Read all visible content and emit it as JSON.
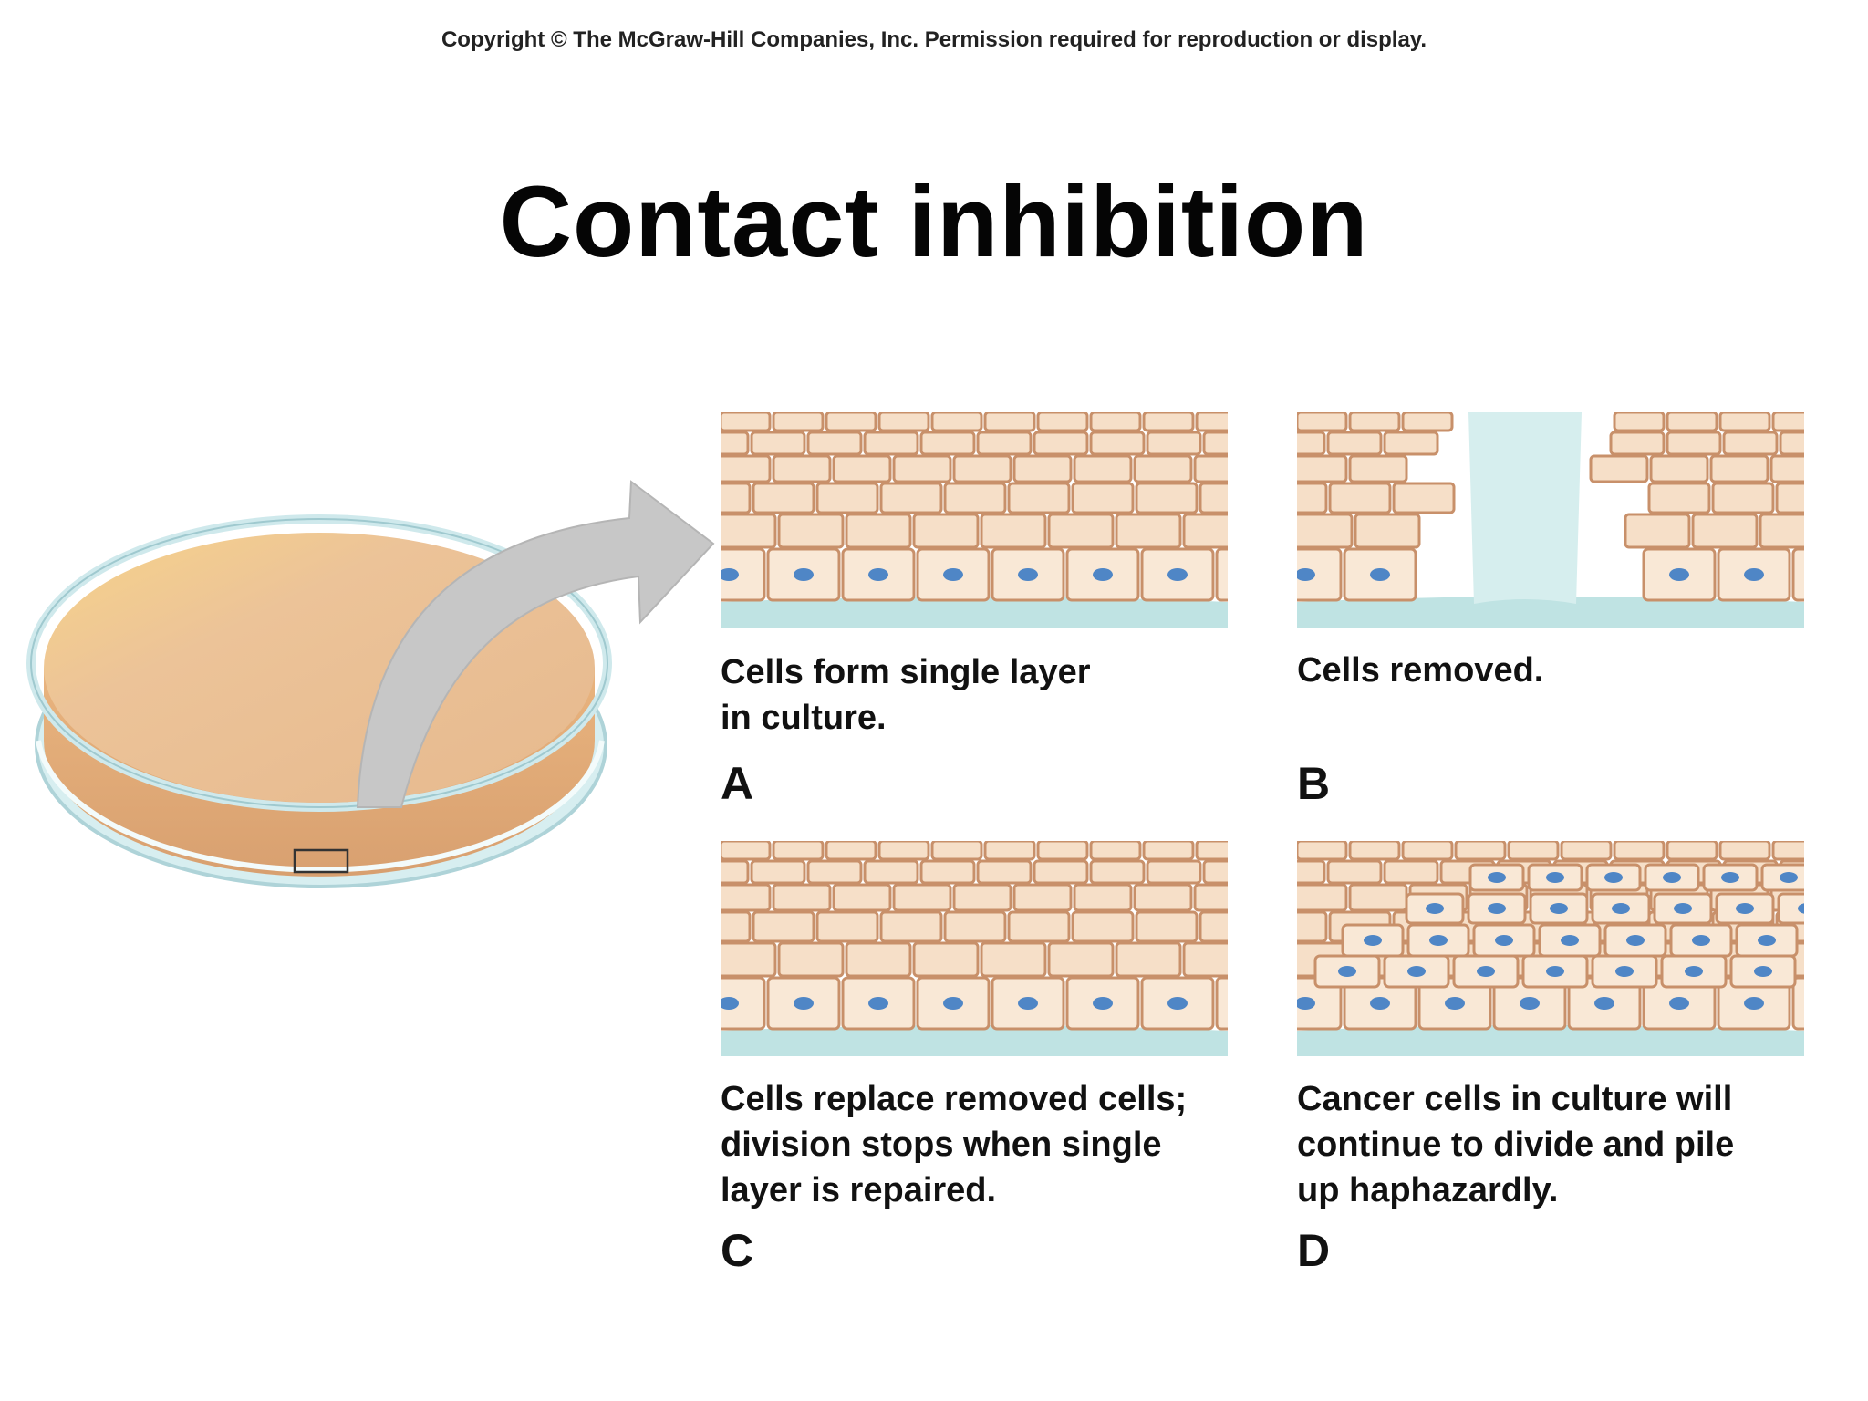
{
  "copyright": "Copyright © The McGraw-Hill Companies, Inc. Permission required for reproduction or display.",
  "title": "Contact inhibition",
  "panels": {
    "a": {
      "letter": "A",
      "caption": [
        "Cells form single layer",
        "in culture."
      ]
    },
    "b": {
      "letter": "B",
      "caption": [
        "Cells removed."
      ]
    },
    "c": {
      "letter": "C",
      "caption": [
        "Cells replace removed cells;",
        "division stops when single",
        "layer is repaired."
      ]
    },
    "d": {
      "letter": "D",
      "caption": [
        "Cancer cells in culture will",
        "continue to divide and pile",
        "up haphazardly."
      ]
    }
  },
  "colors": {
    "cell_fill": "#f6dfc8",
    "cell_border": "#c8906a",
    "nucleus": "#4f86c6",
    "medium": "#bfe3e3",
    "dish_fill": "#ecc398",
    "dish_rim": "#cfe9ec",
    "arrow": "#c7c7c7"
  }
}
